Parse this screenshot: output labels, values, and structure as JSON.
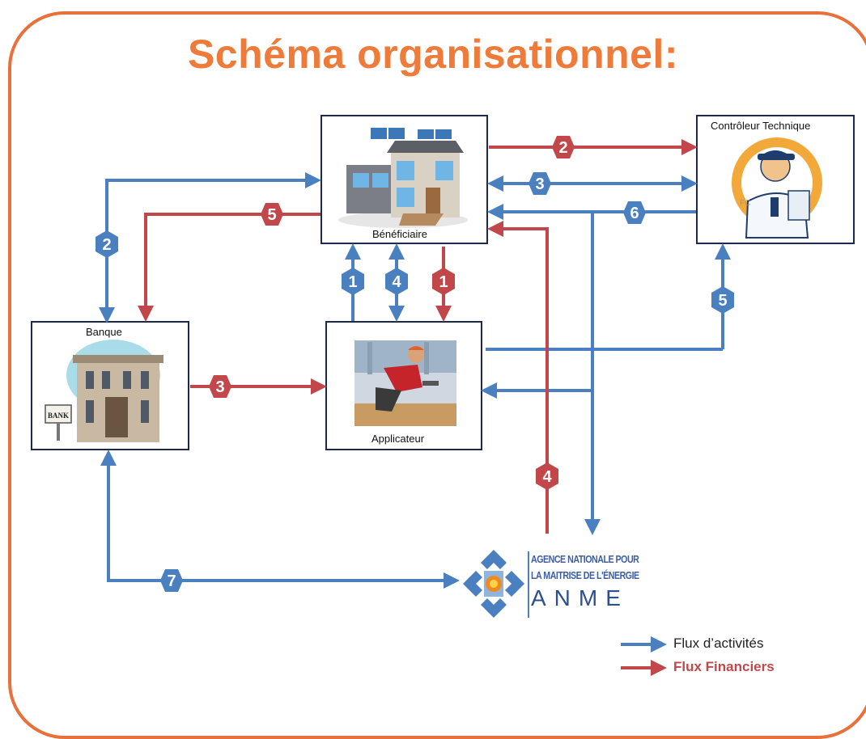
{
  "title": "Schéma organisationnel:",
  "nodes": {
    "beneficiaire": "Bénéficiaire",
    "controleur": "Contrôleur Technique",
    "banque": "Banque",
    "applicateur": "Applicateur",
    "bank_sign": "BANK",
    "controleur_badge": "FC"
  },
  "anme": {
    "line1": "AGENCE NATIONALE POUR",
    "line2": "LA MAITRISE DE L'ÉNERGIE",
    "abbr": "ANME"
  },
  "flows": {
    "blue": {
      "n1": "1",
      "n2": "2",
      "n3": "3",
      "n4": "4",
      "n5": "5",
      "n6": "6",
      "n7": "7"
    },
    "red": {
      "n1": "1",
      "n2": "2",
      "n3": "3",
      "n4": "4",
      "n5": "5"
    }
  },
  "legend": {
    "activities": "Flux d’activités",
    "financial": "Flux Financiers"
  },
  "colors": {
    "title": "#ee7b3a",
    "frame": "#e8703a",
    "blue_flow": "#4a7fc0",
    "red_flow": "#c2474a",
    "box_border": "#1b2a4c"
  }
}
